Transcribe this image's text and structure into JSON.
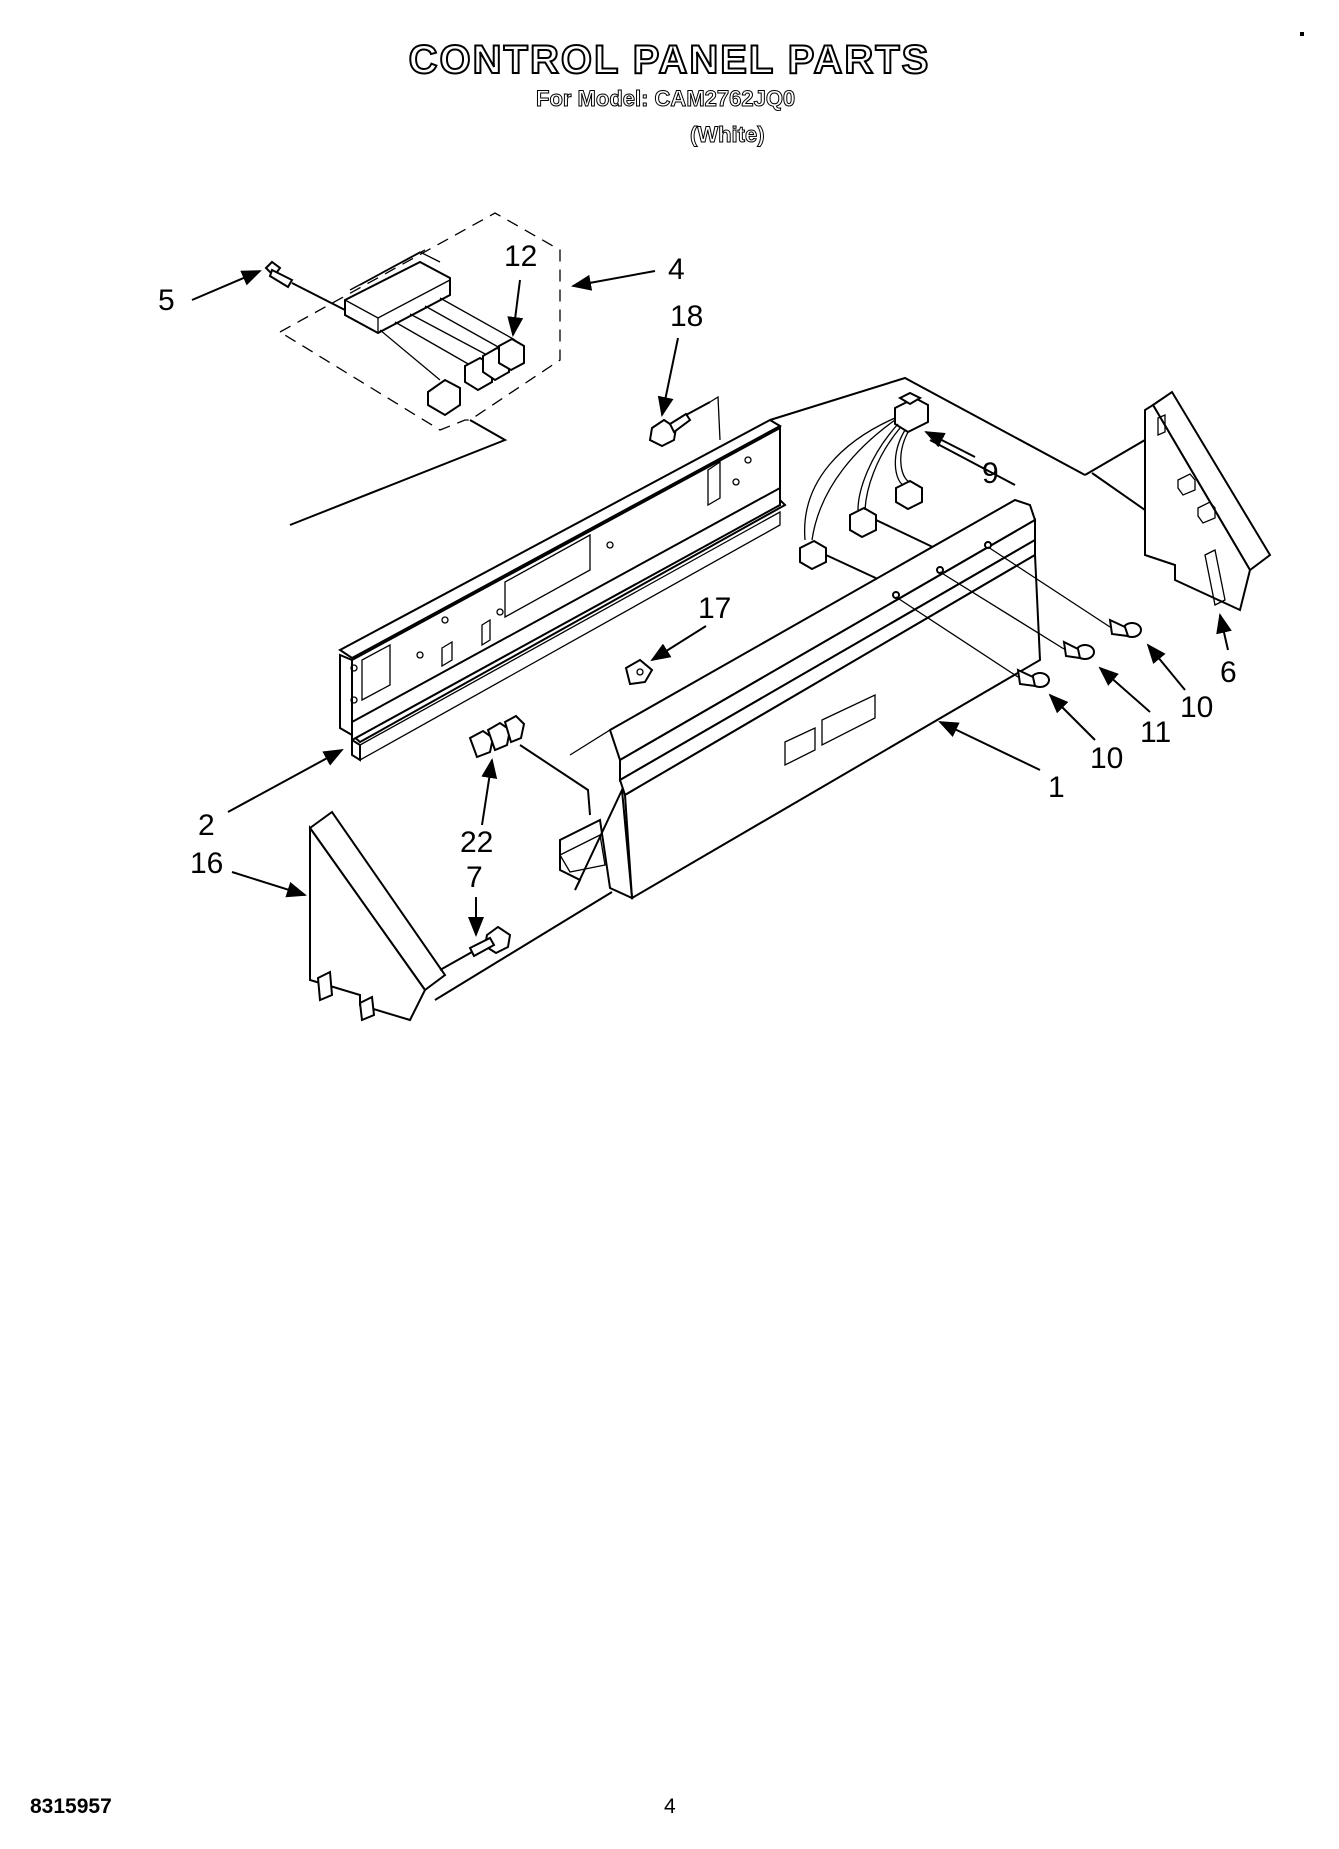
{
  "header": {
    "title": "CONTROL PANEL PARTS",
    "subtitle": "For Model: CAM2762JQ0",
    "color_note": "(White)"
  },
  "footer": {
    "doc_number": "8315957",
    "page_number": "4"
  },
  "callouts": {
    "c1": "1",
    "c2": "2",
    "c4": "4",
    "c5": "5",
    "c6": "6",
    "c7": "7",
    "c9": "9",
    "c10a": "10",
    "c10b": "10",
    "c11": "11",
    "c12": "12",
    "c16": "16",
    "c17": "17",
    "c18": "18",
    "c22": "22"
  }
}
